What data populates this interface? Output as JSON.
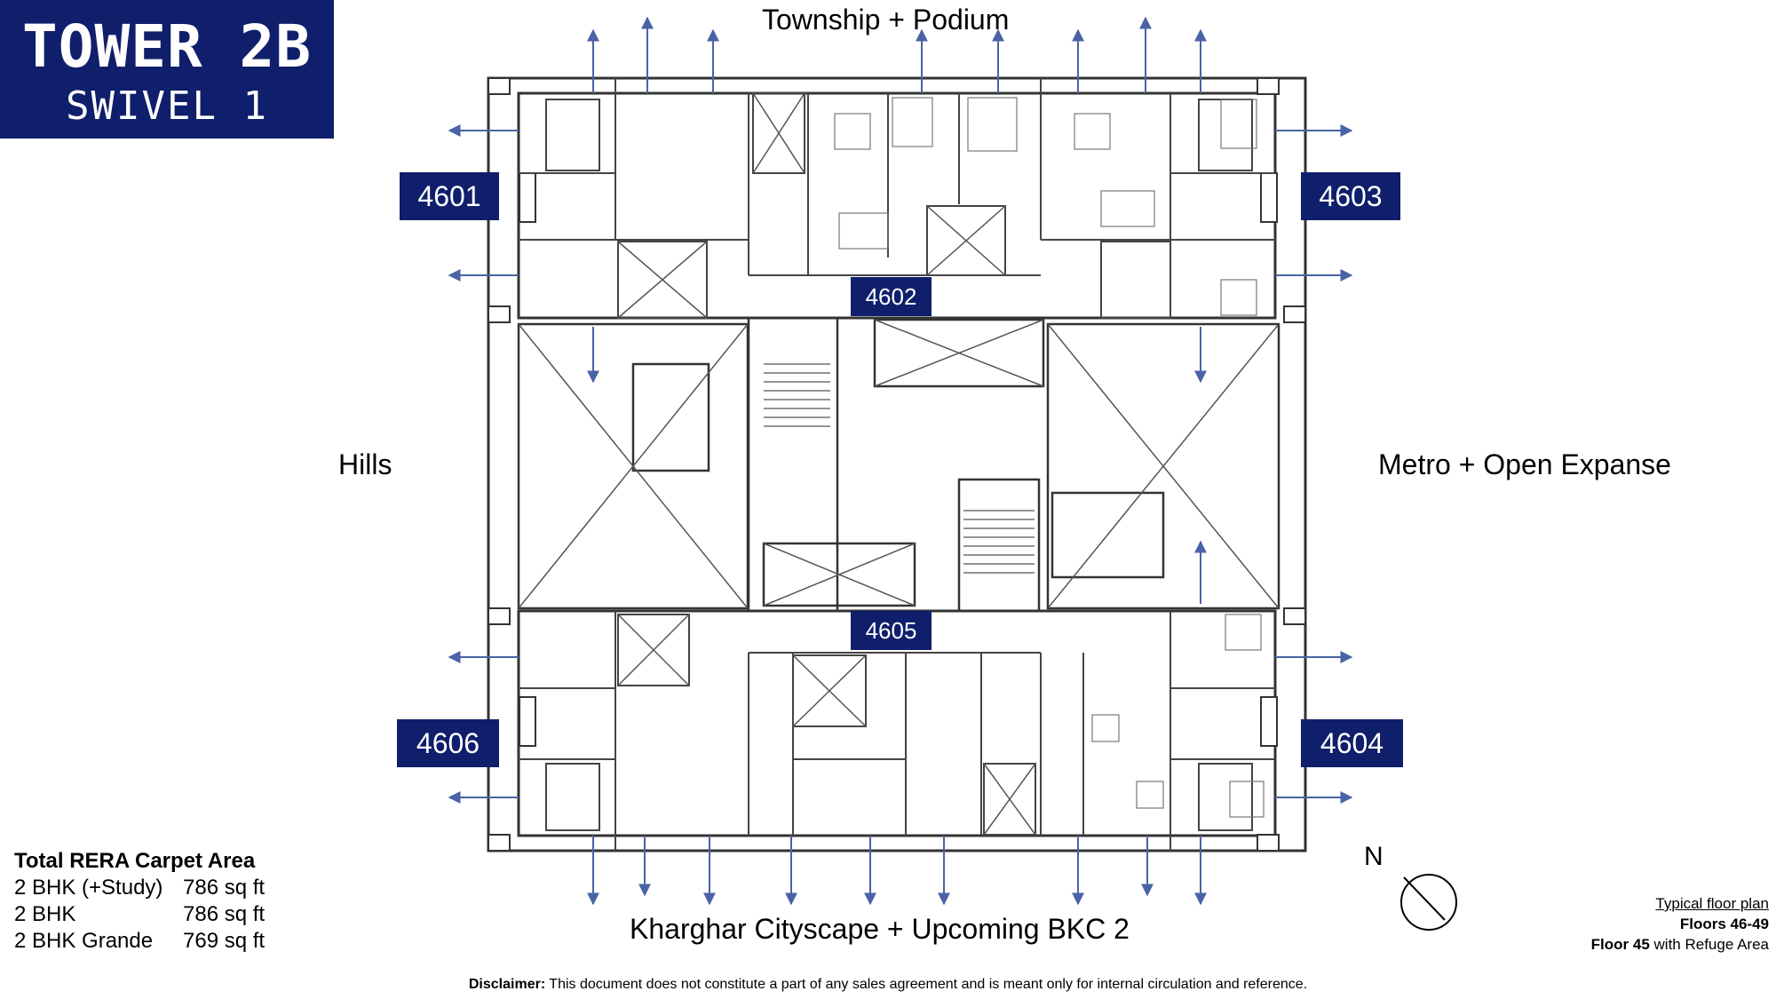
{
  "header": {
    "tower": "TOWER 2B",
    "swivel": "SWIVEL 1"
  },
  "views": {
    "top": "Township + Podium",
    "left": "Hills",
    "right": "Metro + Open Expanse",
    "bottom": "Kharghar Cityscape + Upcoming BKC 2"
  },
  "flats": {
    "f4601": "4601",
    "f4602": "4602",
    "f4603": "4603",
    "f4604": "4604",
    "f4605": "4605",
    "f4606": "4606"
  },
  "area": {
    "heading": "Total RERA Carpet Area",
    "rows": [
      {
        "type": "2 BHK (+Study)",
        "size": "786 sq ft"
      },
      {
        "type": "2 BHK",
        "size": "786 sq ft"
      },
      {
        "type": "2 BHK Grande",
        "size": "769 sq ft"
      }
    ]
  },
  "compass": {
    "label": "N"
  },
  "plan_note": {
    "line1": "Typical floor plan",
    "line2": "Floors 46-49",
    "line3_bold": "Floor 45",
    "line3_rest": " with Refuge Area"
  },
  "disclaimer": {
    "label": "Disclaimer:",
    "text": " This document does not constitute a part of any sales agreement and is meant only for internal circulation and reference."
  },
  "colors": {
    "title_bg": "#101f6b",
    "arrow": "#4a63a6",
    "wall": "#333333"
  }
}
